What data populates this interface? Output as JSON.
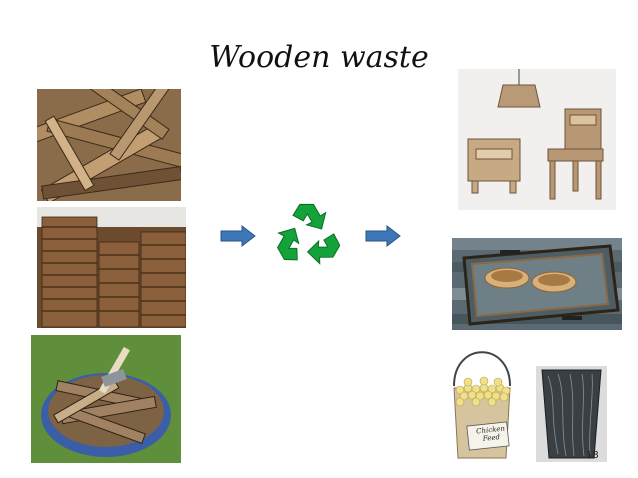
{
  "slide": {
    "title": "Wooden waste",
    "page_number": "18",
    "sign_label": "Chicken\nFeed"
  },
  "icons": {
    "center": "recycle-icon",
    "arrows": [
      "arrow-right-icon",
      "arrow-right-icon"
    ]
  },
  "colors": {
    "arrow": "#3d77b8",
    "recycle": "#13a33a"
  }
}
